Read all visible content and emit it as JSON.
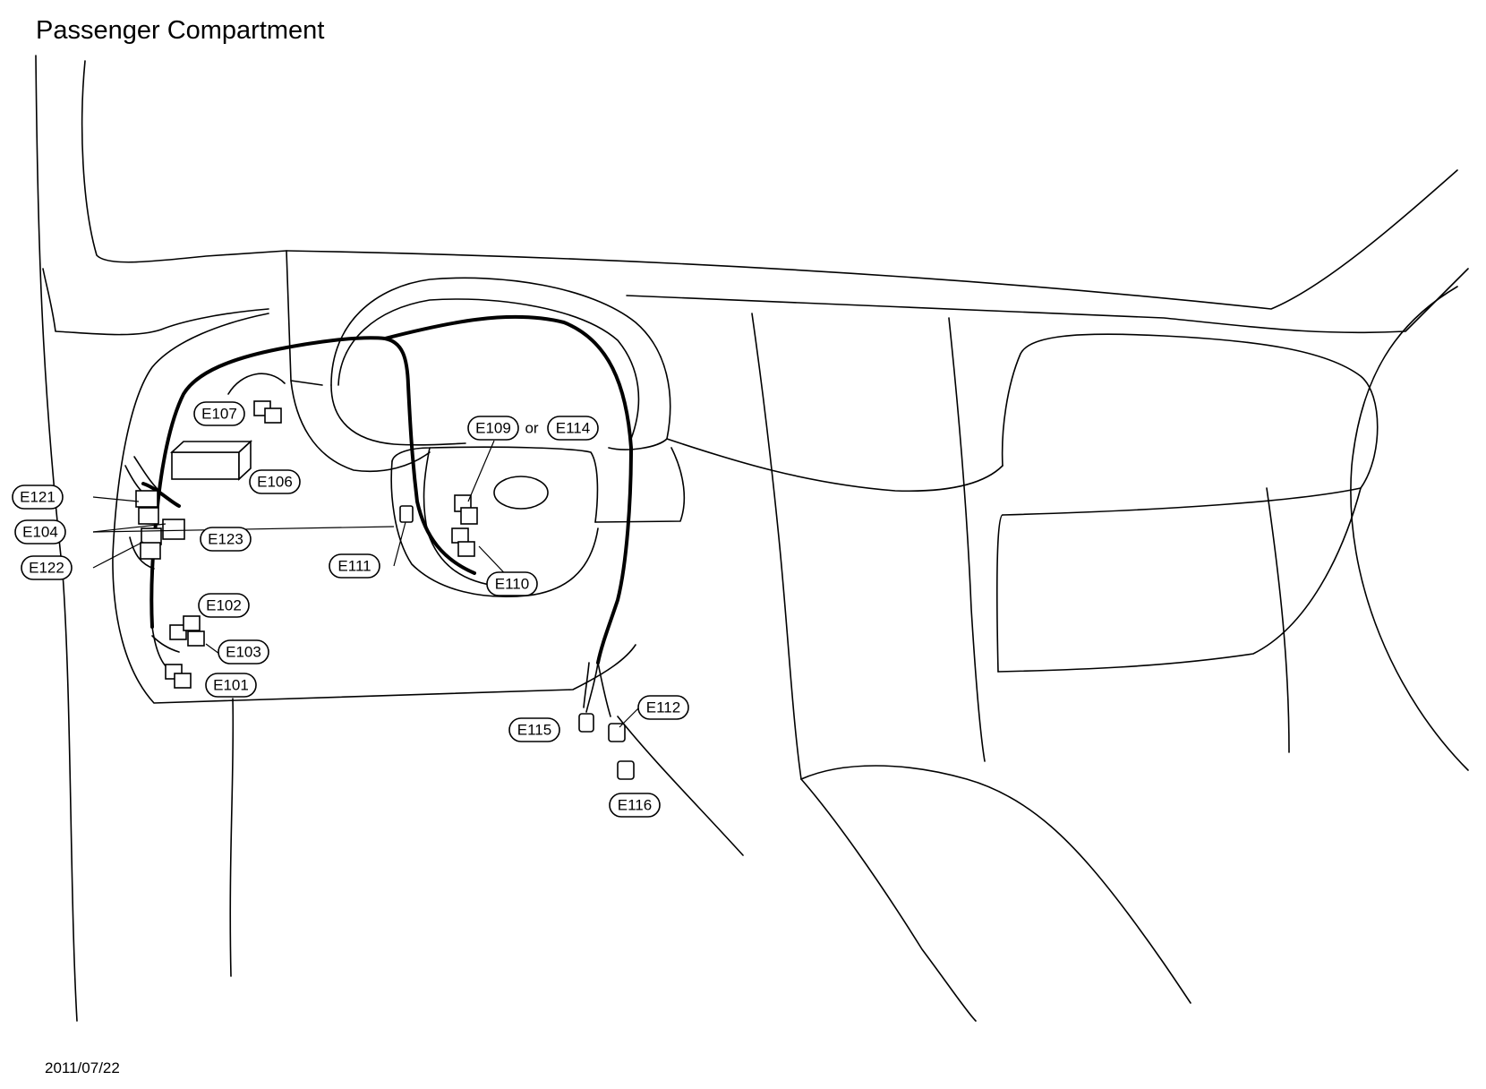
{
  "title": "Passenger Compartment",
  "date": "2011/07/22",
  "or_word": "or",
  "connectors": {
    "E101": "E101",
    "E102": "E102",
    "E103": "E103",
    "E104": "E104",
    "E106": "E106",
    "E107": "E107",
    "E109": "E109",
    "E110": "E110",
    "E111": "E111",
    "E112": "E112",
    "E114": "E114",
    "E115": "E115",
    "E116": "E116",
    "E121": "E121",
    "E122": "E122",
    "E123": "E123"
  }
}
